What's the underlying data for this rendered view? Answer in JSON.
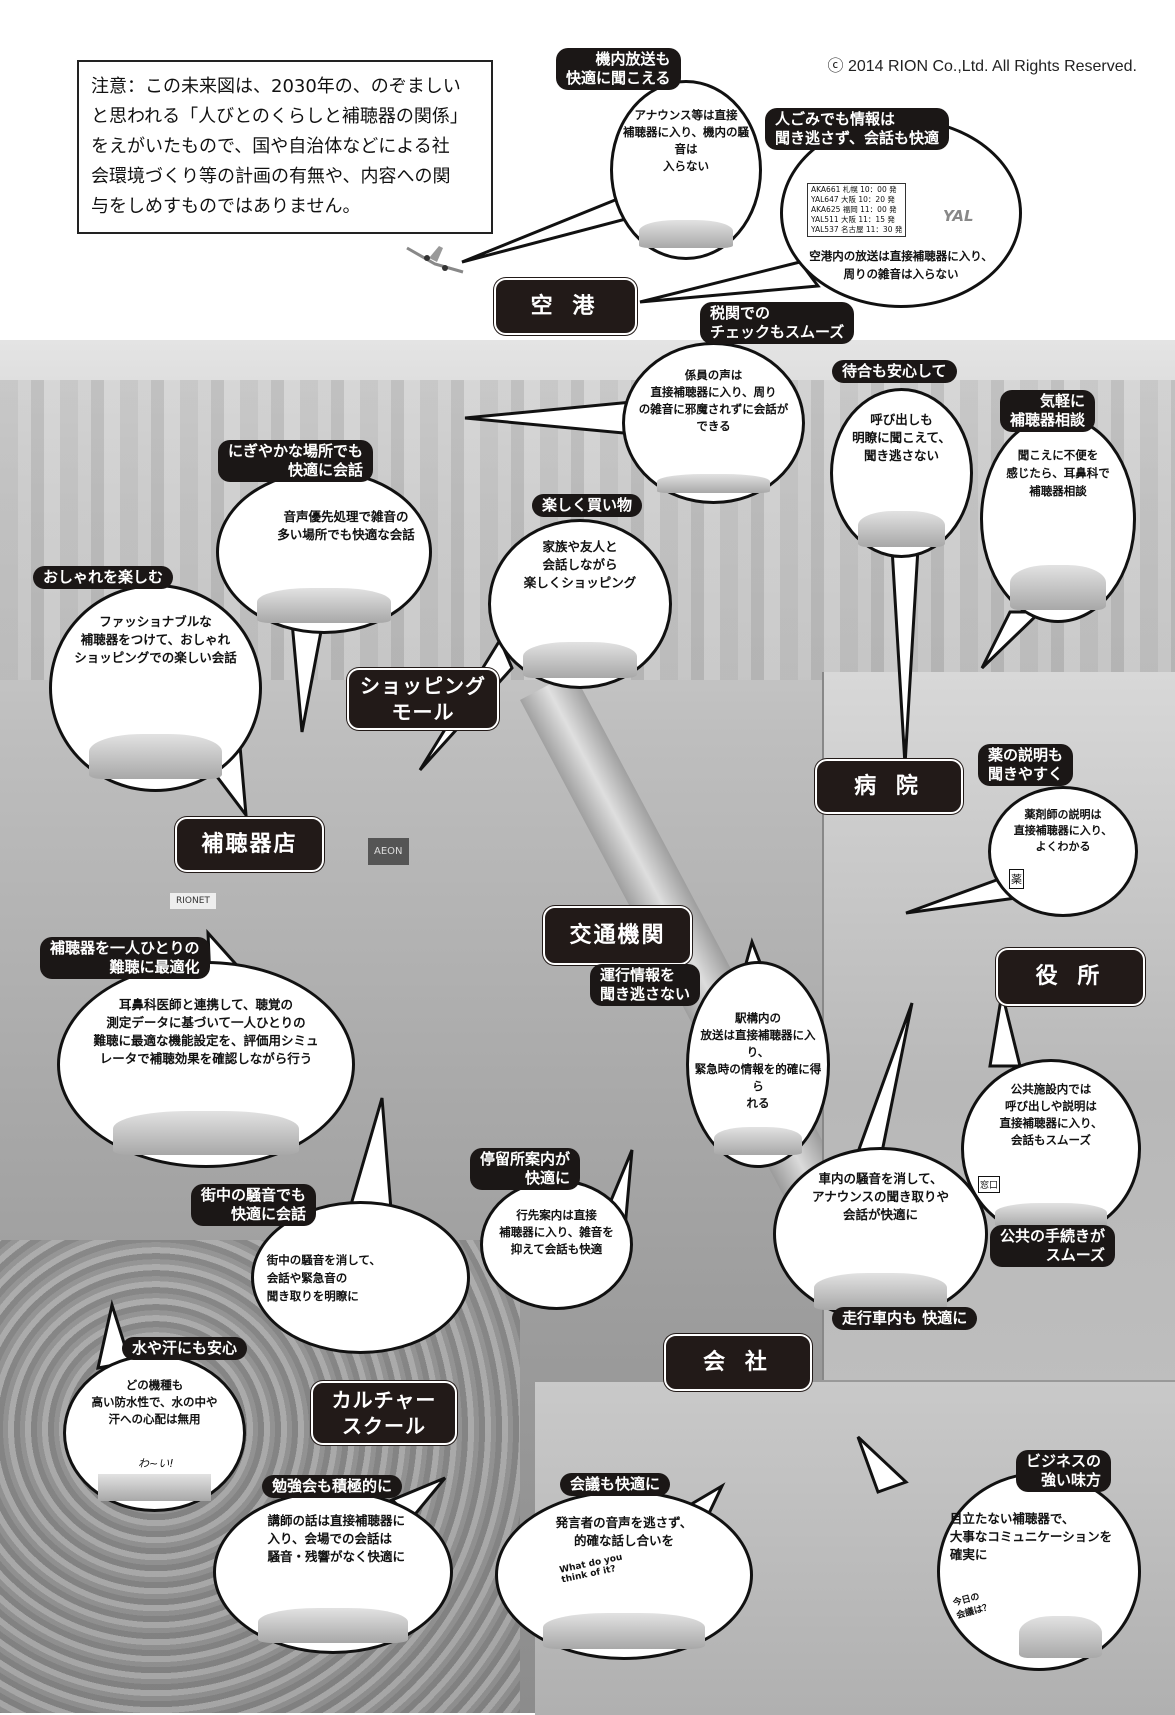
{
  "notice": "注意：この未来図は、2030年の、のぞましい\nと思われる「人びとのくらしと補聴器の関係」\nをえがいたもので、国や自治体などによる社\n会環境づくり等の計画の有無や、内容への関\n与をしめすものではありません。",
  "copyright": "ⓒ 2014 RION Co.,Ltd. All Rights Reserved.",
  "places": {
    "airport": "空 港",
    "mall": "ショッピング\nモール",
    "hospital": "病 院",
    "shop": "補聴器店",
    "transport": "交通機関",
    "office_gov": "役 所",
    "company": "会 社",
    "culture": "カルチャー\nスクール"
  },
  "bubbles": {
    "inflight": {
      "tag": "機内放送も\n快適に聞こえる",
      "body": "アナウンス等は直接\n補聴器に入り、機内の騒音は\n入らない"
    },
    "crowd": {
      "tag": "人ごみでも情報は\n聞き逃さず、会話も快適",
      "body": "空港内の放送は直接補聴器に入り、\n周りの雑音は入らない",
      "board": [
        "AKA661 札幌 10：00 発",
        "YAL647 大阪 10：20 発",
        "AKA625 福岡 11：00 発",
        "YAL511 大阪 11：15 発",
        "YAL537 名古屋 11：30 発"
      ],
      "counter": "YAL"
    },
    "customs": {
      "tag": "税関での\nチェックもスムーズ",
      "body": "係員の声は\n直接補聴器に入り、周り\nの雑音に邪魔されずに会話が\nできる"
    },
    "waiting": {
      "tag": "待合も安心して",
      "body": "呼び出しも\n明瞭に聞こえて、\n聞き逃さない"
    },
    "consult": {
      "tag": "気軽に\n補聴器相談",
      "body": "聞こえに不便を\n感じたら、耳鼻科で\n補聴器相談"
    },
    "lively": {
      "tag": "にぎやかな場所でも\n快適に会話",
      "body": "音声優先処理で雑音の\n多い場所でも快適な会話"
    },
    "shopping": {
      "tag": "楽しく買い物",
      "body": "家族や友人と\n会話しながら\n楽しくショッピング"
    },
    "fashion": {
      "tag": "おしゃれを楽しむ",
      "body": "ファッショナブルな\n補聴器をつけて、おしゃれ\nショッピングでの楽しい会話"
    },
    "medicine": {
      "tag": "薬の説明も\n聞きやすく",
      "body": "薬剤師の説明は\n直接補聴器に入り、\nよくわかる",
      "sign": "薬"
    },
    "fitting": {
      "tag": "補聴器を一人ひとりの\n難聴に最適化",
      "body": "耳鼻科医師と連携して、聴覚の\n測定データに基づいて一人ひとりの\n難聴に最適な機能設定を、評価用シミュ\nレータで補聴効果を確認しながら行う"
    },
    "station": {
      "tag": "運行情報を\n聞き逃さない",
      "body": "駅構内の\n放送は直接補聴器に入り、\n緊急時の情報を的確に得ら\nれる"
    },
    "public": {
      "tag": "公共の手続きが\nスムーズ",
      "body": "公共施設内では\n呼び出しや説明は\n直接補聴器に入り、\n会話もスムーズ",
      "sign": "窓口"
    },
    "train": {
      "tag": "走行車内も 快適に",
      "body": "車内の騒音を消して、\nアナウンスの聞き取りや\n会話が快適に"
    },
    "busstop": {
      "tag": "停留所案内が\n快適に",
      "body": "行先案内は直接\n補聴器に入り、雑音を\n抑えて会話も快適"
    },
    "street": {
      "tag": "街中の騒音でも\n快適に会話",
      "body": "街中の騒音を消して、\n会話や緊急音の\n聞き取りを明瞭に"
    },
    "water": {
      "tag": "水や汗にも安心",
      "body": "どの機種も\n高い防水性で、水の中や\n汗への心配は無用",
      "shout": "わ~い!"
    },
    "study": {
      "tag": "勉強会も積極的に",
      "body": "講師の話は直接補聴器に\n入り、会場での会話は\n騒音・残響がなく快適に"
    },
    "meeting": {
      "tag": "会議も快適に",
      "body": "発言者の音声を逃さず、\n的確な話し合いを",
      "speech": "What do you\nthink of it?"
    },
    "business": {
      "tag": "ビジネスの\n強い味方",
      "body": "目立たない補聴器で、\n大事なコミュニケーションを\n確実に",
      "speech": "今日の\n会議は？"
    }
  },
  "signs": {
    "mall_store": "AEON",
    "hearing_store": "RIONET"
  }
}
